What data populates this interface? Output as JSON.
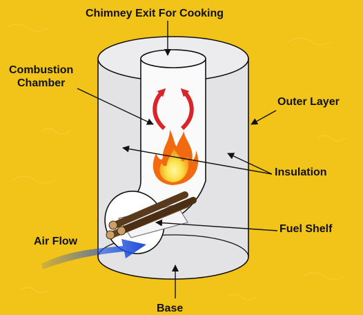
{
  "labels": {
    "chimney": "Chimney Exit For Cooking",
    "combustion_line1": "Combustion",
    "combustion_line2": "Chamber",
    "outer_layer": "Outer Layer",
    "insulation": "Insulation",
    "fuel_shelf": "Fuel Shelf",
    "air_flow": "Air Flow",
    "base": "Base"
  },
  "colors": {
    "background": "#f2c318",
    "outer_body": "#e3e3e6",
    "outer_top": "#ececef",
    "inner_tube": "#fafafa",
    "outline": "#111111",
    "flame_arrow": "#d8242a",
    "flame_outer": "#f26a10",
    "flame_inner": "#fde24a",
    "wood": "#5a3a1c",
    "wood_end": "#caa066",
    "air_flow_arrow": "#1d4fd8"
  },
  "icons": {
    "flame": "flame-icon",
    "heat_arrows": "curved-arrow-icon",
    "wood_logs": "wood-logs-icon",
    "air_flow": "wind-arrow-icon"
  }
}
